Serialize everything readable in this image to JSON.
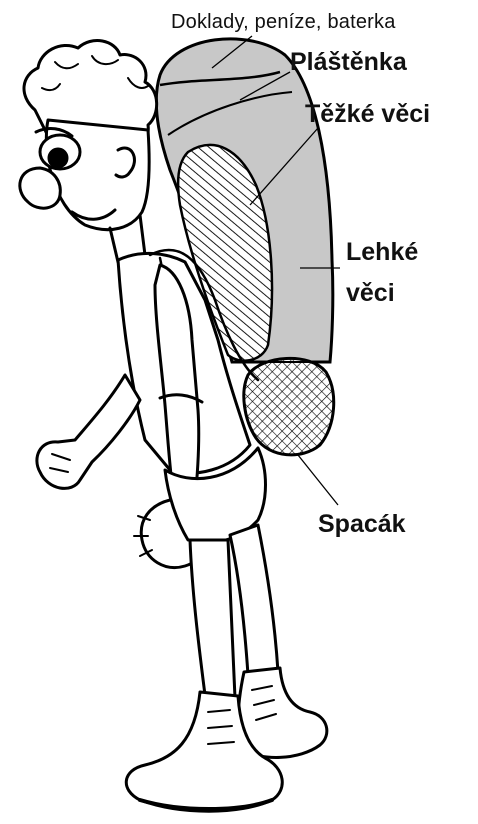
{
  "diagram": {
    "labels": {
      "documents": "Doklady, peníze, baterka",
      "raincoat": "Pláštěnka",
      "heavy_items": "Těžké věci",
      "light_items_line1": "Lehké",
      "light_items_line2": "věci",
      "sleeping_bag": "Spacák"
    },
    "colors": {
      "backpack_fill": "#c8c8c8",
      "outline": "#000000",
      "background": "#ffffff"
    }
  }
}
